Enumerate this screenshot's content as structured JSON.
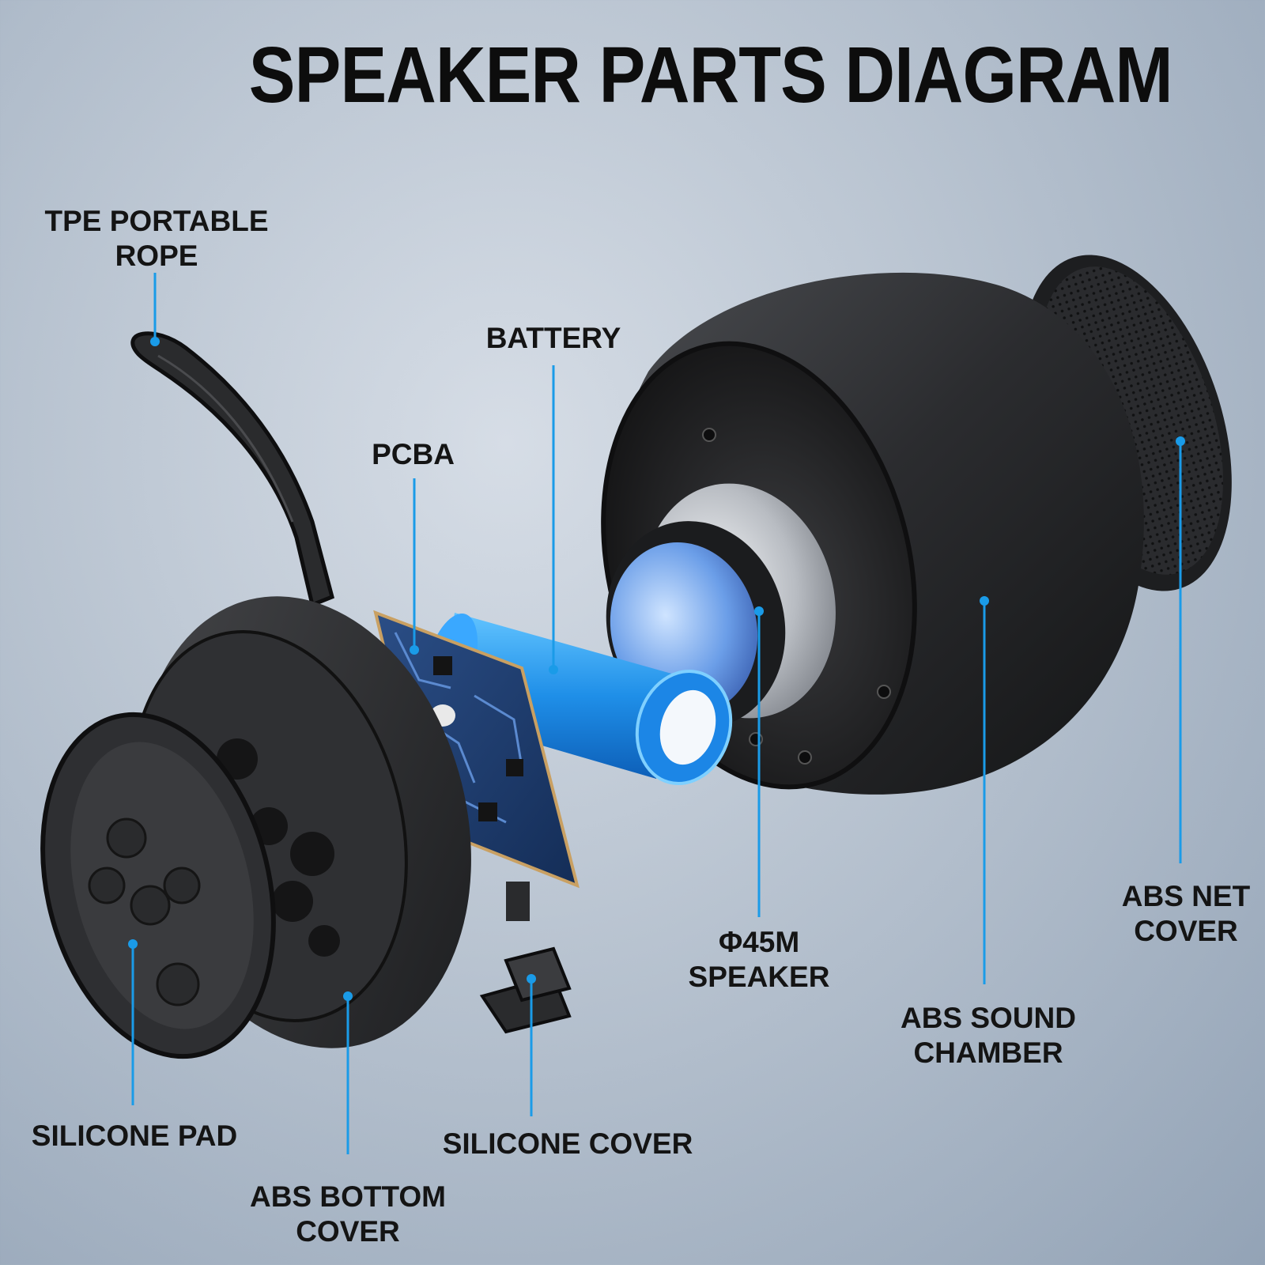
{
  "title": "SPEAKER PARTS DIAGRAM",
  "colors": {
    "leader": "#1a9be8",
    "part_dark": "#2a2b2e",
    "battery": "#1f8fe8"
  },
  "labels": {
    "tpe_rope": [
      "TPE PORTABLE",
      "ROPE"
    ],
    "battery": [
      "BATTERY"
    ],
    "pcba": [
      "PCBA"
    ],
    "speaker": [
      "Φ45M",
      "SPEAKER"
    ],
    "sound_chamber": [
      "ABS SOUND",
      "CHAMBER"
    ],
    "net_cover": [
      "ABS NET",
      "COVER"
    ],
    "silicone_pad": [
      "SILICONE PAD"
    ],
    "bottom_cover": [
      "ABS BOTTOM",
      "COVER"
    ],
    "silicone_cover": [
      "SILICONE COVER"
    ]
  }
}
